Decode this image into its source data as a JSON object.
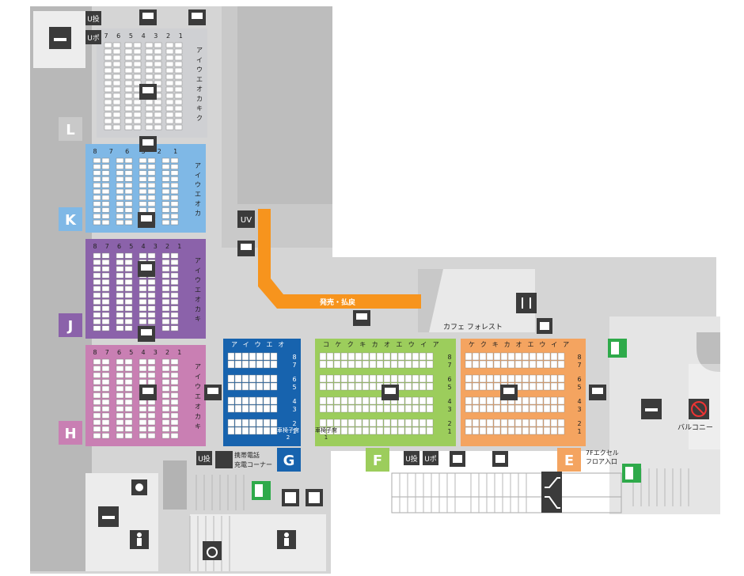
{
  "colors": {
    "floor": "#d5d5d5",
    "wall": "#a8a8a8",
    "corridor_orange": "#f7941d",
    "block_L": "#cfd0d3",
    "block_K": "#7fb8e6",
    "block_J": "#8b62aa",
    "block_H": "#c97fb3",
    "block_G": "#1763ae",
    "block_F": "#9ccd5c",
    "block_E": "#f4a460",
    "sign_bg": "#3b3b3b",
    "exit_green": "#2eaa4a"
  },
  "blocks": {
    "L": {
      "letter": "L",
      "numbers": [
        "7",
        "6",
        "5",
        "4",
        "3",
        "2",
        "1"
      ],
      "rows": [
        "ア",
        "イ",
        "ウ",
        "エ",
        "オ",
        "カ",
        "キ",
        "ク"
      ]
    },
    "K": {
      "letter": "K",
      "numbers": [
        "8",
        "7",
        "6",
        "3",
        "2",
        "1"
      ],
      "rows": [
        "ア",
        "イ",
        "ウ",
        "エ",
        "オ",
        "カ"
      ]
    },
    "J": {
      "letter": "J",
      "numbers": [
        "8",
        "7",
        "6",
        "5",
        "4",
        "3",
        "2",
        "1"
      ],
      "rows": [
        "ア",
        "イ",
        "ウ",
        "エ",
        "オ",
        "カ",
        "キ"
      ]
    },
    "H": {
      "letter": "H",
      "numbers": [
        "8",
        "7",
        "6",
        "5",
        "4",
        "3",
        "2",
        "1"
      ],
      "rows": [
        "ア",
        "イ",
        "ウ",
        "エ",
        "オ",
        "カ",
        "キ"
      ]
    },
    "G": {
      "letter": "G",
      "cols": [
        "ア",
        "イ",
        "ウ",
        "エ",
        "オ"
      ],
      "numbers": [
        "8",
        "7",
        "6",
        "5",
        "4",
        "3",
        "2",
        "1"
      ],
      "wheelchair": "車椅子席\n2"
    },
    "F": {
      "letter": "F",
      "cols": [
        "コ",
        "ケ",
        "ク",
        "キ",
        "カ",
        "オ",
        "エ",
        "ウ",
        "イ",
        "ア"
      ],
      "numbers": [
        "8",
        "7",
        "6",
        "5",
        "4",
        "3",
        "2",
        "1"
      ],
      "wheelchair": "車椅子席\n1"
    },
    "E": {
      "letter": "E",
      "cols": [
        "ケ",
        "ク",
        "キ",
        "カ",
        "オ",
        "エ",
        "ウ",
        "イ",
        "ア"
      ],
      "numbers": [
        "8",
        "7",
        "6",
        "5",
        "4",
        "3",
        "2",
        "1"
      ]
    }
  },
  "labels": {
    "ticket_office": "発売・払戻",
    "cafe": "カフェ フォレスト",
    "balcony": "バルコニー",
    "excel_entrance_1": "7Fエクセル",
    "excel_entrance_2": "フロア入口",
    "phone_1": "携帯電話",
    "phone_2": "充電コーナー",
    "u_vote": "U投",
    "u_point": "Uポ",
    "uv": "UV"
  },
  "icons": [
    "smoking-room-icon",
    "monitor-icon",
    "exit-icon",
    "elevator-icon",
    "escalator-icon",
    "restroom-male-icon",
    "restroom-female-icon",
    "accessible-restroom-icon",
    "restaurant-icon",
    "atm-icon",
    "no-smoking-icon",
    "stairs-icon"
  ]
}
